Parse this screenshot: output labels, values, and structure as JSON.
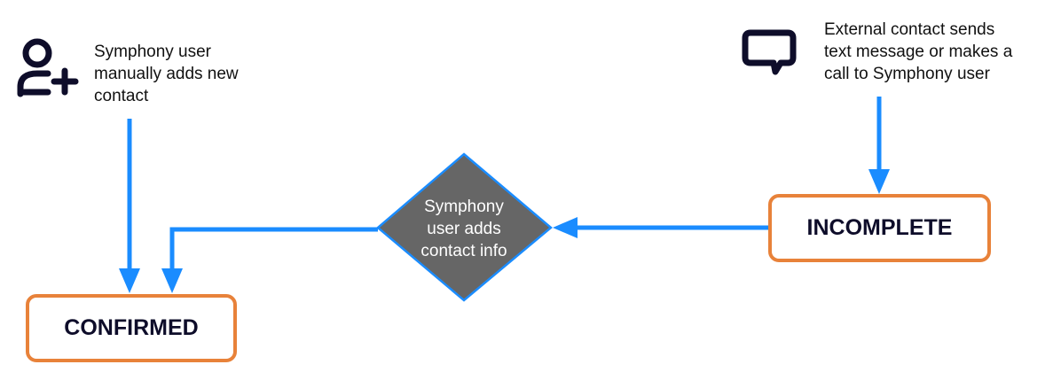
{
  "colors": {
    "arrow": "#1a8cff",
    "box_border": "#e8823a",
    "decision_fill": "#666666",
    "decision_border": "#1a8cff",
    "icon": "#0e0d2a"
  },
  "icons": {
    "add_user": "add-user-icon",
    "chat": "chat-bubble-icon"
  },
  "captions": {
    "user_adds_contact": {
      "line1": "Symphony user",
      "line2": "manually adds new",
      "line3": "contact"
    },
    "external_contact": {
      "line1": "External contact sends",
      "line2": "text message or makes a",
      "line3": "call to Symphony user"
    }
  },
  "decision": {
    "line1": "Symphony",
    "line2": "user adds",
    "line3": "contact info"
  },
  "states": {
    "confirmed": "CONFIRMED",
    "incomplete": "INCOMPLETE"
  }
}
